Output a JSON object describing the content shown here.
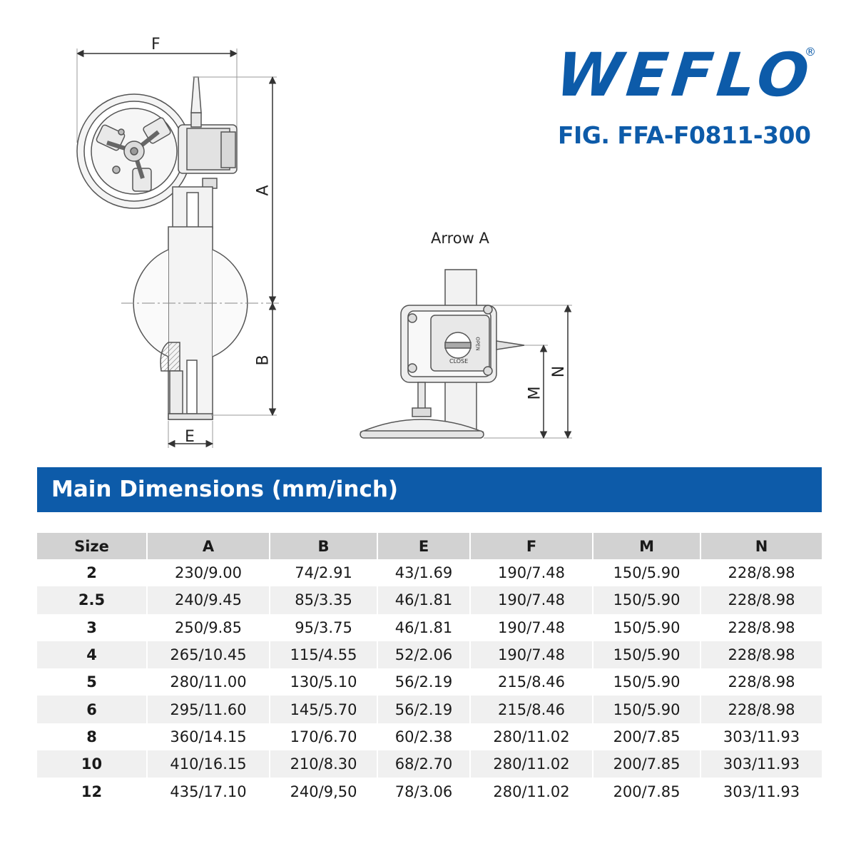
{
  "brand": {
    "logo_text": "WEFLO",
    "registered_mark": "®",
    "figure": "FIG. FFA-F0811-300",
    "color": "#0d5ba9"
  },
  "drawing": {
    "arrow_view_label": "Arrow A",
    "dimension_letters": {
      "F": "F",
      "A": "A",
      "B": "B",
      "E": "E",
      "M": "M",
      "N": "N"
    },
    "indicator_labels": {
      "close": "CLOSE",
      "open": "OPEN"
    }
  },
  "section": {
    "title": "Main Dimensions (mm/inch)",
    "banner_color": "#0d5ba9"
  },
  "table": {
    "headers": [
      "Size",
      "A",
      "B",
      "E",
      "F",
      "M",
      "N"
    ],
    "rows": [
      [
        "2",
        "230/9.00",
        "74/2.91",
        "43/1.69",
        "190/7.48",
        "150/5.90",
        "228/8.98"
      ],
      [
        "2.5",
        "240/9.45",
        "85/3.35",
        "46/1.81",
        "190/7.48",
        "150/5.90",
        "228/8.98"
      ],
      [
        "3",
        "250/9.85",
        "95/3.75",
        "46/1.81",
        "190/7.48",
        "150/5.90",
        "228/8.98"
      ],
      [
        "4",
        "265/10.45",
        "115/4.55",
        "52/2.06",
        "190/7.48",
        "150/5.90",
        "228/8.98"
      ],
      [
        "5",
        "280/11.00",
        "130/5.10",
        "56/2.19",
        "215/8.46",
        "150/5.90",
        "228/8.98"
      ],
      [
        "6",
        "295/11.60",
        "145/5.70",
        "56/2.19",
        "215/8.46",
        "150/5.90",
        "228/8.98"
      ],
      [
        "8",
        "360/14.15",
        "170/6.70",
        "60/2.38",
        "280/11.02",
        "200/7.85",
        "303/11.93"
      ],
      [
        "10",
        "410/16.15",
        "210/8.30",
        "68/2.70",
        "280/11.02",
        "200/7.85",
        "303/11.93"
      ],
      [
        "12",
        "435/17.10",
        "240/9,50",
        "78/3.06",
        "280/11.02",
        "200/7.85",
        "303/11.93"
      ]
    ]
  }
}
